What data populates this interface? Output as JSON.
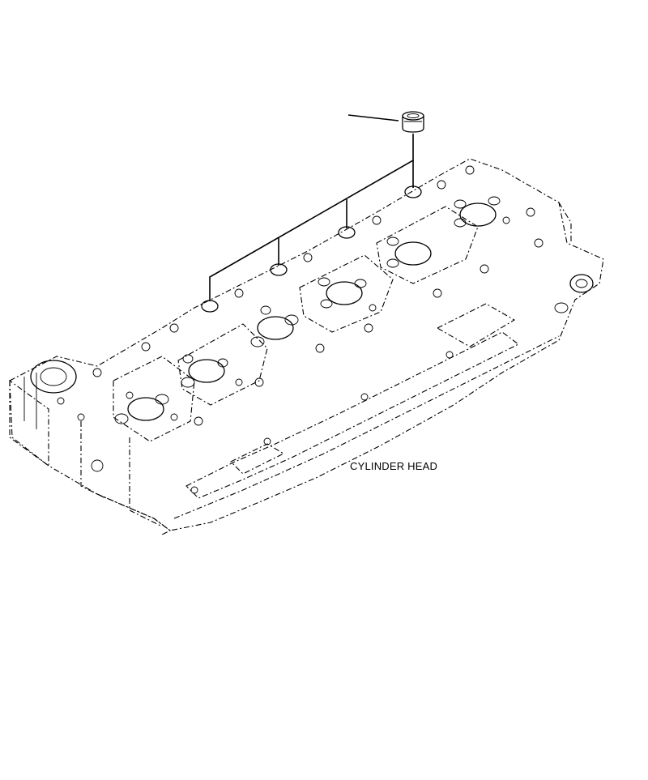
{
  "caption": "CYLINDER HEAD",
  "part": {
    "name": "plug",
    "leader_count": 4
  },
  "colors": {
    "line": "#000000",
    "background": "#ffffff"
  }
}
